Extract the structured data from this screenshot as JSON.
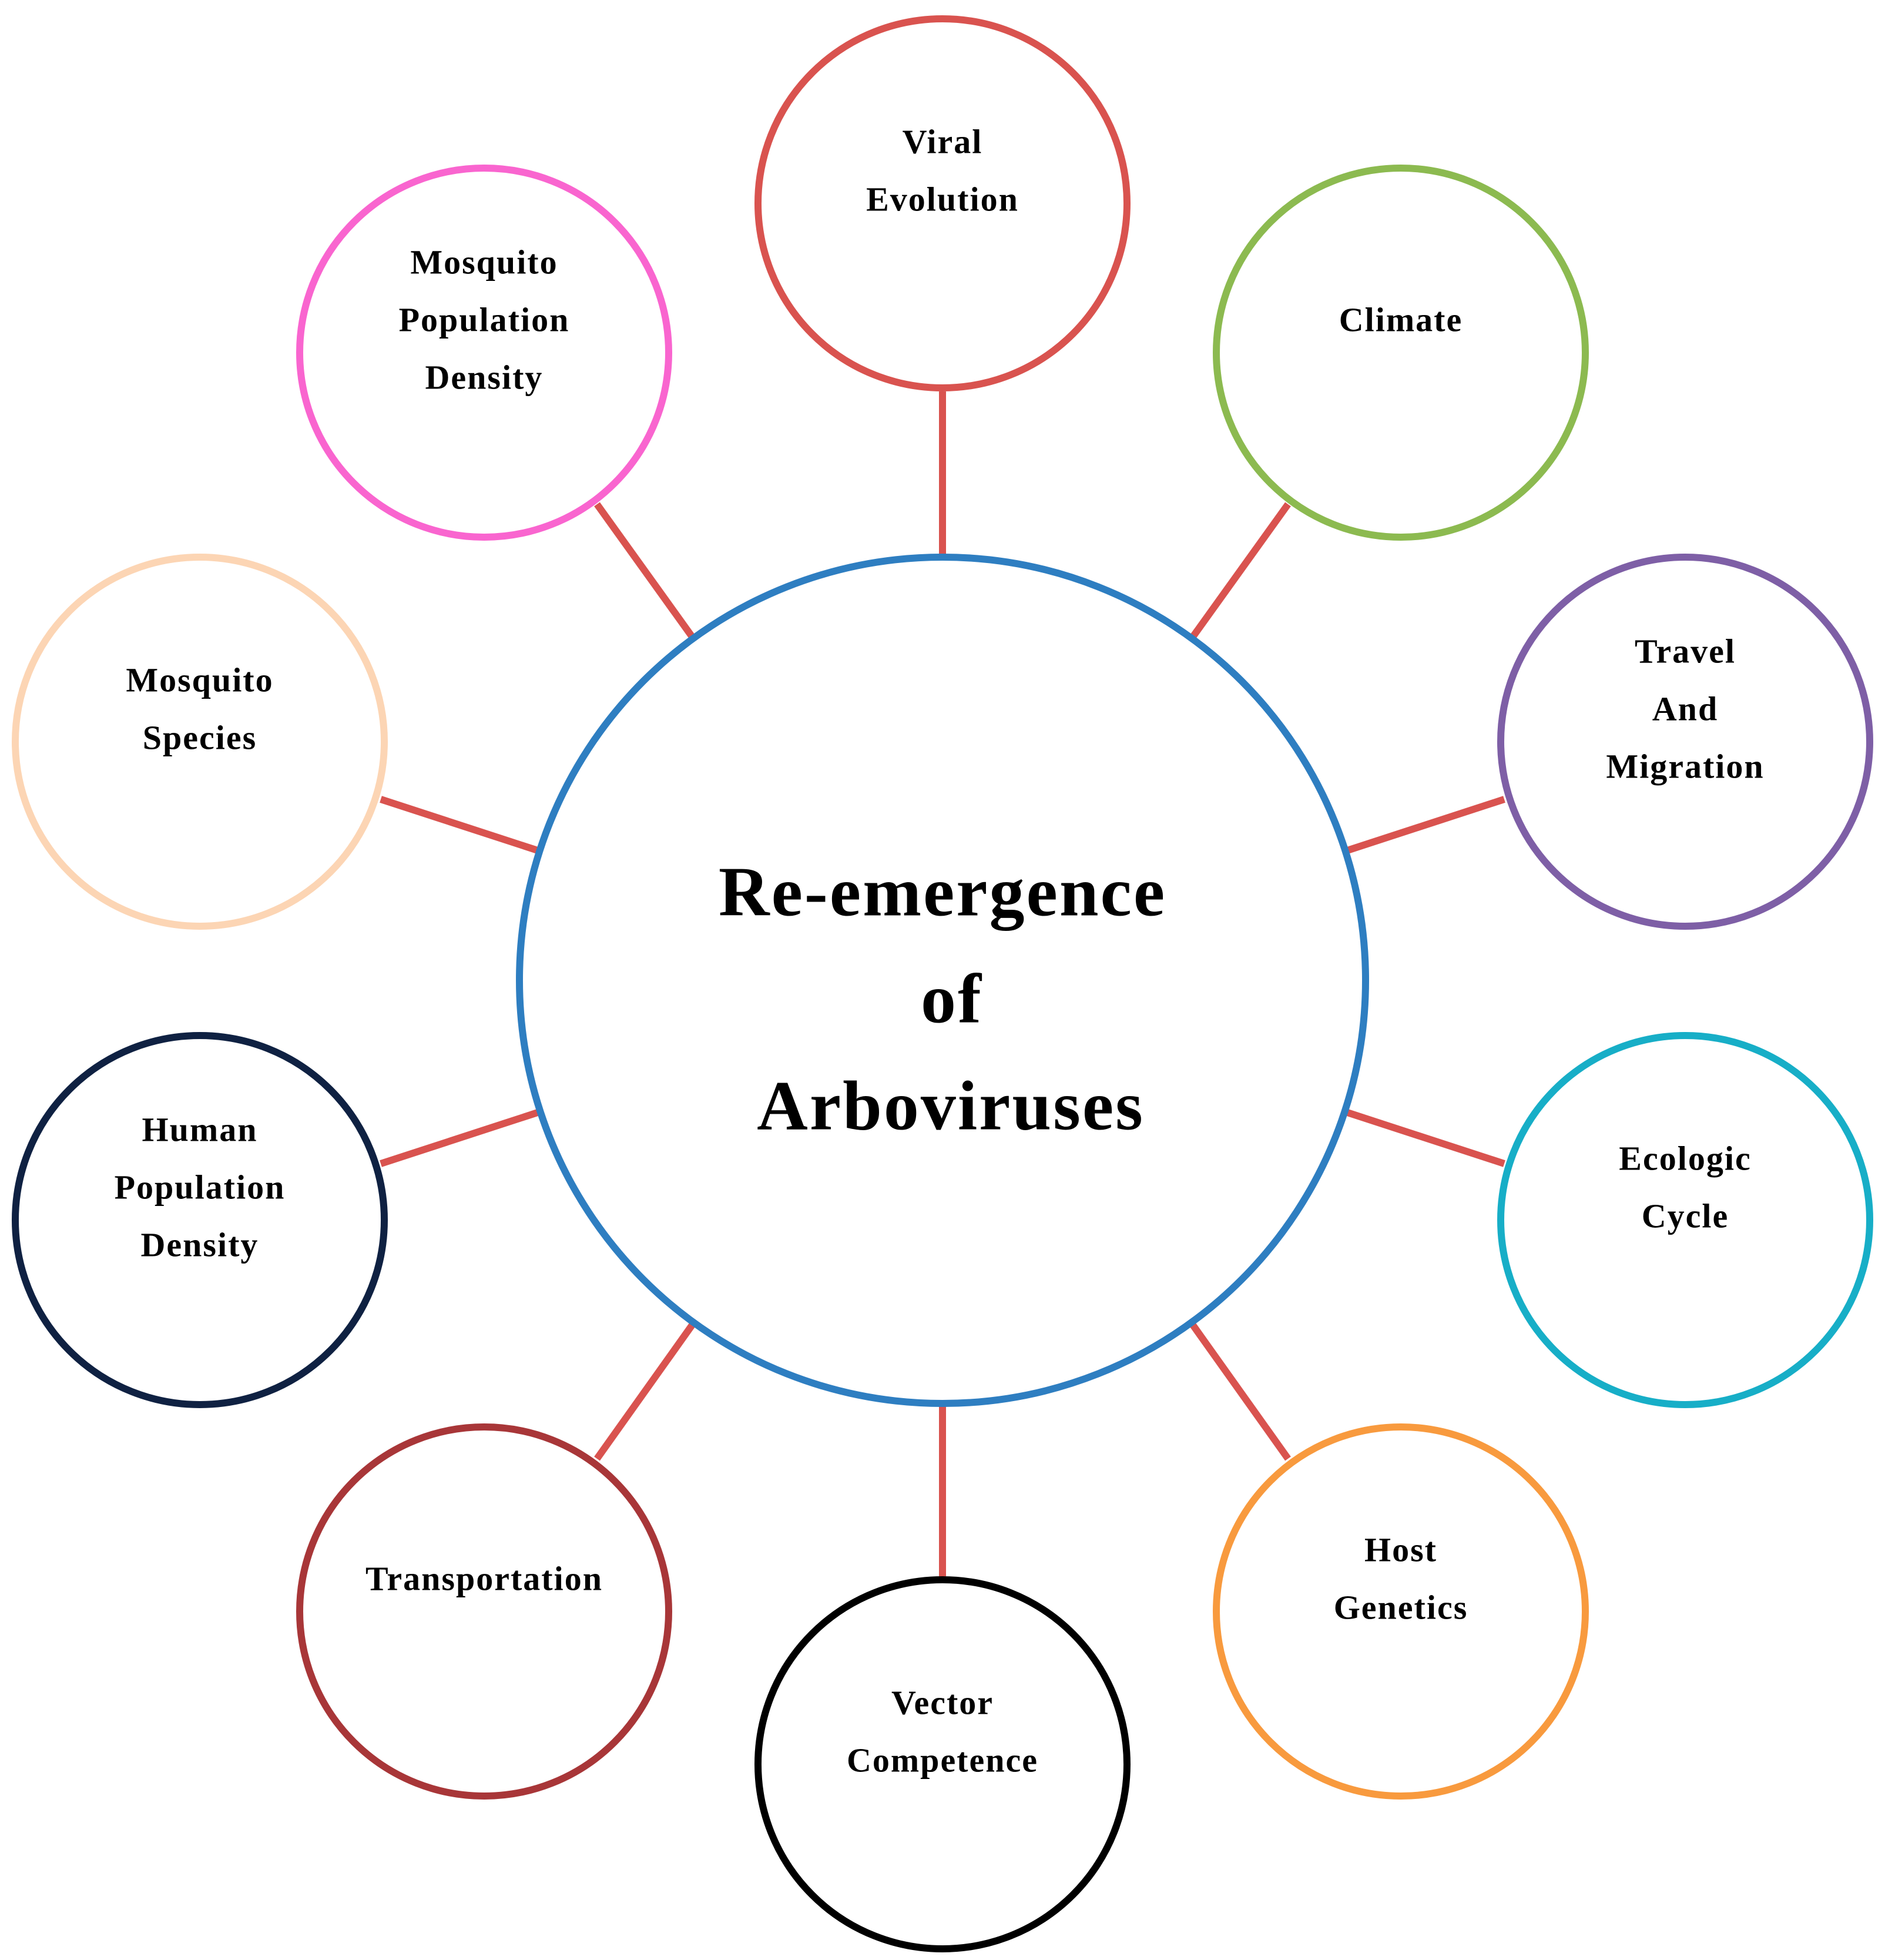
{
  "center": {
    "lines": [
      "Re-emergence",
      "of",
      "Arboviruses"
    ],
    "color": "#2E7EC1"
  },
  "connector_color": "#D9534F",
  "nodes": [
    {
      "id": "viral-evolution",
      "lines": [
        "Viral",
        "Evolution"
      ],
      "color": "#D9534F"
    },
    {
      "id": "climate",
      "lines": [
        "Climate"
      ],
      "color": "#8CBA50"
    },
    {
      "id": "travel-and-migration",
      "lines": [
        "Travel",
        "And",
        "Migration"
      ],
      "color": "#7E5FA6"
    },
    {
      "id": "ecologic-cycle",
      "lines": [
        "Ecologic",
        "Cycle"
      ],
      "color": "#17AEC7"
    },
    {
      "id": "host-genetics",
      "lines": [
        "Host",
        "Genetics"
      ],
      "color": "#F89A3E"
    },
    {
      "id": "vector-competence",
      "lines": [
        "Vector",
        "Competence"
      ],
      "color": "#000000"
    },
    {
      "id": "transportation",
      "lines": [
        "Transportation"
      ],
      "color": "#A83638"
    },
    {
      "id": "human-population-density",
      "lines": [
        "Human",
        "Population",
        "Density"
      ],
      "color": "#0F2142"
    },
    {
      "id": "mosquito-species",
      "lines": [
        "Mosquito",
        "Species"
      ],
      "color": "#FCD5B4"
    },
    {
      "id": "mosquito-population-density",
      "lines": [
        "Mosquito",
        "Population",
        "Density"
      ],
      "color": "#F965CF"
    }
  ]
}
